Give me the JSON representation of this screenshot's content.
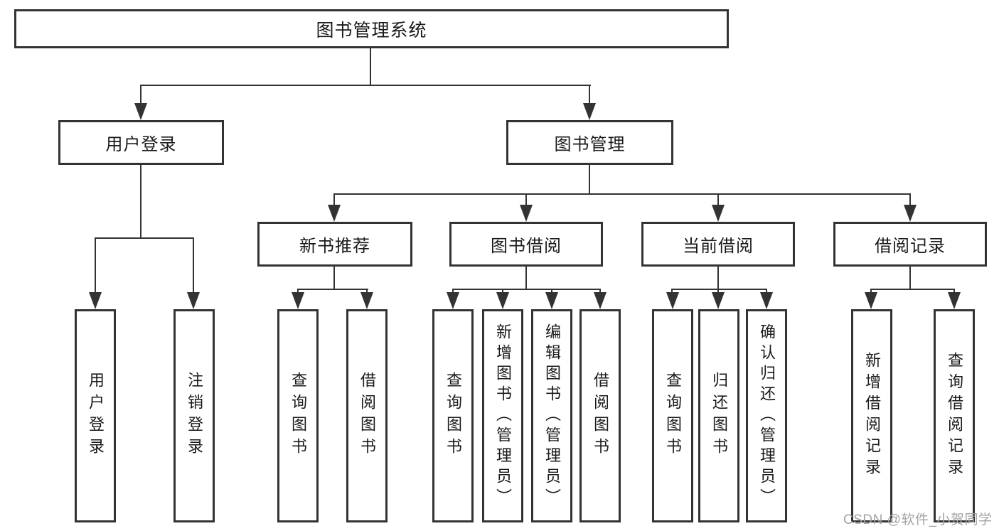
{
  "diagram": {
    "root": {
      "label": "图书管理系统"
    },
    "level2": {
      "user_login": {
        "label": "用户登录"
      },
      "book_mgmt": {
        "label": "图书管理"
      }
    },
    "level3": {
      "new_book_rec": {
        "label": "新书推荐"
      },
      "book_borrow": {
        "label": "图书借阅"
      },
      "current_borrow": {
        "label": "当前借阅"
      },
      "borrow_records": {
        "label": "借阅记录"
      }
    },
    "leaves": {
      "user_login": [
        "用户登录",
        "注销登录"
      ],
      "new_book_rec": [
        "查询图书",
        "借阅图书"
      ],
      "book_borrow": [
        "查询图书",
        "新增图书（管理员）",
        "编辑图书（管理员）",
        "借阅图书"
      ],
      "current_borrow": [
        "查询图书",
        "归还图书",
        "确认归还（管理员）"
      ],
      "borrow_records": [
        "新增借阅记录",
        "查询借阅记录"
      ]
    }
  },
  "watermark": {
    "text": "CSDN @软件_小贺同学"
  },
  "colors": {
    "line": "#333333",
    "text": "#1a1a1a",
    "watermark": "#a3a3a3",
    "background": "#ffffff"
  }
}
